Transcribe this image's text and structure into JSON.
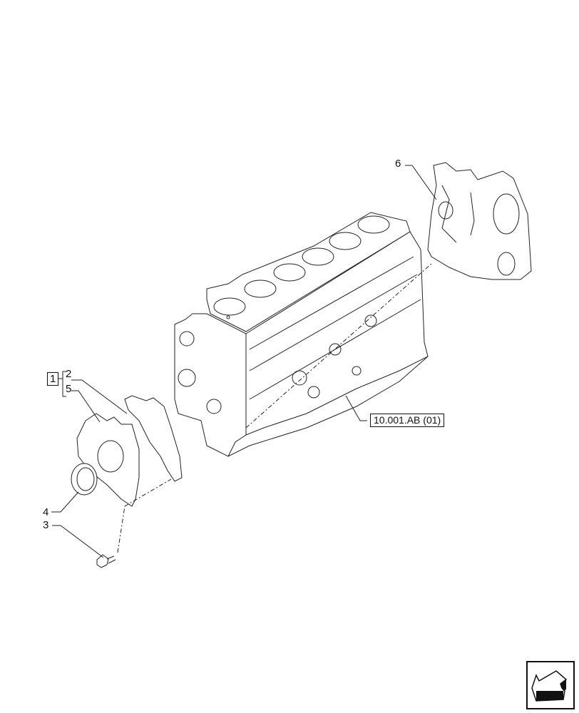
{
  "diagram": {
    "type": "exploded-parts-view",
    "subject": "Engine block with front and rear timing covers",
    "callouts": [
      {
        "id": "1",
        "label": "1",
        "boxed": true,
        "groups": [
          "2",
          "5"
        ]
      },
      {
        "id": "2",
        "label": "2",
        "part": "gasket"
      },
      {
        "id": "3",
        "label": "3",
        "part": "bolt"
      },
      {
        "id": "4",
        "label": "4",
        "part": "seal ring"
      },
      {
        "id": "5",
        "label": "5",
        "part": "front cover"
      },
      {
        "id": "6",
        "label": "6",
        "part": "rear cover / flywheel housing plate"
      }
    ],
    "reference": {
      "label": "10.001.AB (01)",
      "part": "engine block"
    }
  },
  "navigation": {
    "icon": "back-arrow-icon"
  },
  "colors": {
    "line": "#111111",
    "background": "#ffffff"
  }
}
